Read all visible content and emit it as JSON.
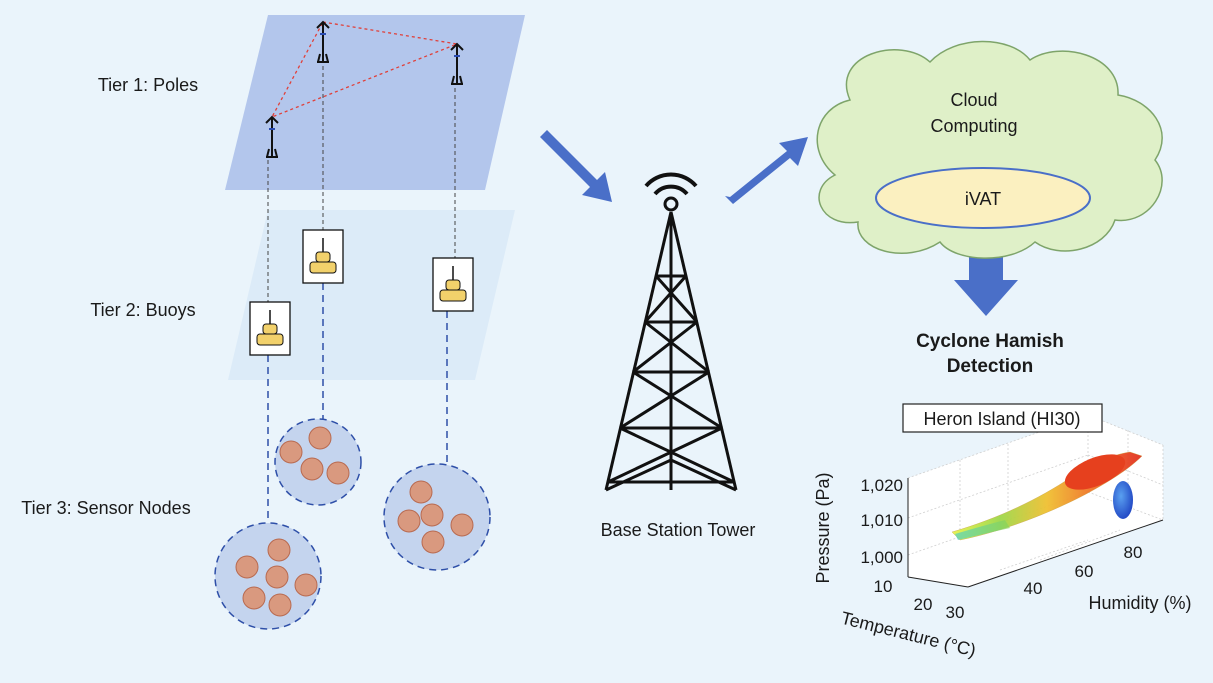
{
  "tiers": {
    "tier1": "Tier 1: Poles",
    "tier2": "Tier 2: Buoys",
    "tier3": "Tier 3: Sensor Nodes"
  },
  "tower_label": "Base Station Tower",
  "cloud": {
    "line1": "Cloud",
    "line2": "Computing",
    "ivat": "iVAT"
  },
  "detection": {
    "line1": "Cyclone Hamish",
    "line2": "Detection"
  },
  "plot": {
    "title": "Heron Island (HI30)",
    "z_label": "Pressure (Pa)",
    "z_ticks": [
      "1,020",
      "1,010",
      "1,000"
    ],
    "x_label": "Temperature (°C)",
    "x_ticks": [
      "10",
      "20",
      "30"
    ],
    "y_label": "Humidity (%)",
    "y_ticks": [
      "40",
      "60",
      "80"
    ]
  },
  "colors": {
    "tier1_plane": "#b3c6ec",
    "tier2_plane": "#dcebf8",
    "arrow": "#4a6fc8",
    "cloud_fill": "#dff0c8",
    "ivat_fill": "#fbf0c0",
    "node": "#d9997f",
    "cluster": "#c4d4ee",
    "buoy": "#f2d16b"
  }
}
